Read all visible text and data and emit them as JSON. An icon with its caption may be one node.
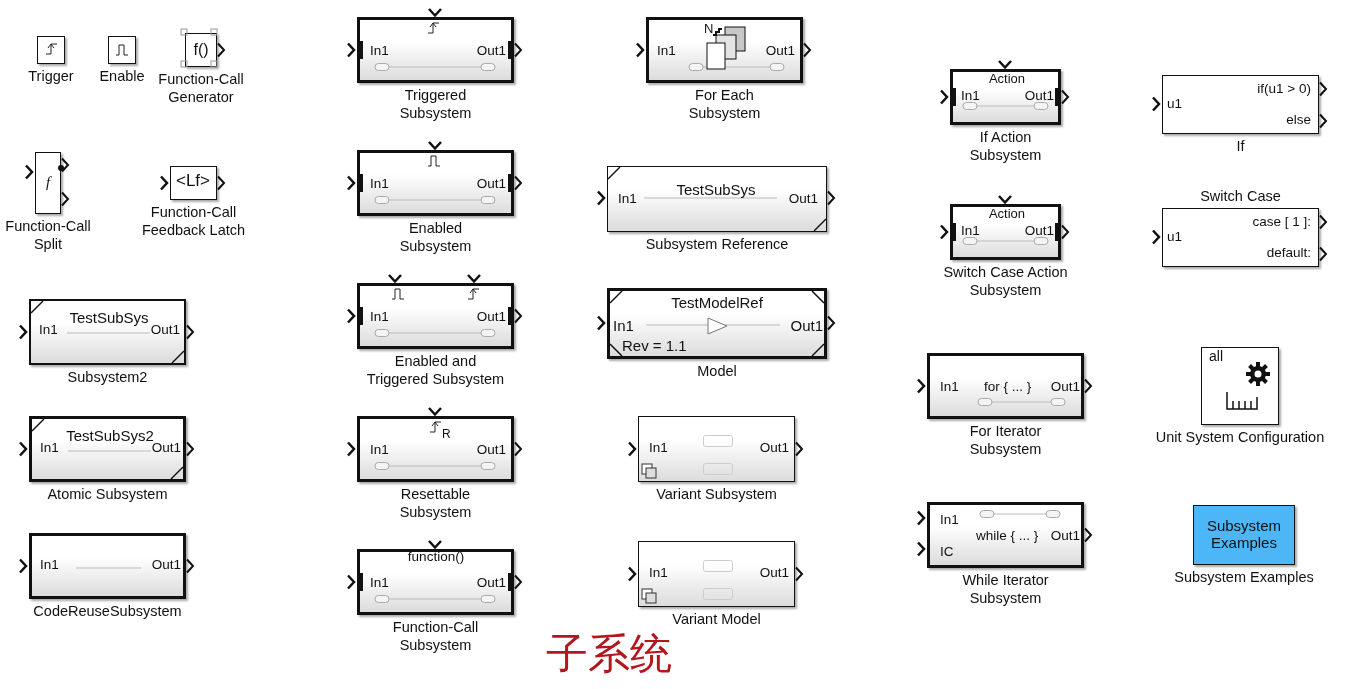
{
  "diagram": {
    "nodes": [
      {
        "text": [],
        "shape": "box",
        "beside": [
          "Trigger"
        ]
      },
      {
        "text": [],
        "shape": "box",
        "beside": [
          "Enable"
        ]
      },
      {
        "text": [
          "f()"
        ],
        "beside": [
          "Function-Call Generator"
        ]
      },
      {
        "text": [
          "f"
        ],
        "beside": [
          "Function-Call Split"
        ]
      },
      {
        "text": [
          "<Lf>"
        ],
        "beside": [
          "Function-Call Feedback Latch"
        ]
      },
      {
        "text": [
          "In1",
          "TestSubSys",
          "Out1"
        ],
        "beside": [
          "Subsystem2"
        ]
      },
      {
        "text": [
          "In1",
          "TestSubSys2",
          "Out1"
        ],
        "beside": [
          "Atomic Subsystem"
        ]
      },
      {
        "text": [
          "In1",
          "Out1"
        ],
        "beside": [
          "CodeReuseSubsystem"
        ]
      },
      {
        "text": [
          "In1",
          "Out1"
        ],
        "beside": [
          "Triggered Subsystem"
        ]
      },
      {
        "text": [
          "In1",
          "Out1"
        ],
        "beside": [
          "Enabled Subsystem"
        ]
      },
      {
        "text": [
          "In1",
          "Out1"
        ],
        "beside": [
          "Enabled and Triggered Subsystem"
        ]
      },
      {
        "text": [
          "R",
          "In1",
          "Out1"
        ],
        "beside": [
          "Resettable Subsystem"
        ]
      },
      {
        "text": [
          "function()",
          "In1",
          "Out1"
        ],
        "beside": [
          "Function-Call Subsystem"
        ]
      },
      {
        "text": [
          "N",
          "In1",
          "Out1"
        ],
        "beside": [
          "For Each Subsystem"
        ]
      },
      {
        "text": [
          "In1",
          "TestSubSys",
          "Out1"
        ],
        "beside": [
          "Subsystem Reference"
        ]
      },
      {
        "text": [
          "TestModelRef",
          "In1",
          "Out1",
          "Rev = 1.1"
        ],
        "beside": [
          "Model"
        ]
      },
      {
        "text": [
          "In1",
          "Out1"
        ],
        "beside": [
          "Variant Subsystem"
        ]
      },
      {
        "text": [
          "In1",
          "Out1"
        ],
        "beside": [
          "Variant Model"
        ]
      },
      {
        "text": [
          "Action",
          "In1",
          "Out1"
        ],
        "beside": [
          "If Action Subsystem"
        ]
      },
      {
        "text": [
          "Action",
          "In1",
          "Out1"
        ],
        "beside": [
          "Switch Case Action Subsystem"
        ]
      },
      {
        "text": [
          "In1",
          "for { ... }",
          "Out1"
        ],
        "beside": [
          "For Iterator Subsystem"
        ]
      },
      {
        "text": [
          "In1",
          "while { ... }",
          "Out1",
          "IC"
        ],
        "beside": [
          "While Iterator Subsystem"
        ]
      },
      {
        "text": [
          "if(u1 > 0)",
          "u1",
          "else"
        ],
        "beside": [
          "If"
        ]
      },
      {
        "text": [
          "case [ 1 ]:",
          "u1",
          "default:"
        ],
        "beside": [
          "Switch Case"
        ]
      },
      {
        "text": [
          "all"
        ],
        "beside": [
          "Unit System Configuration"
        ]
      },
      {
        "text": [
          "Subsystem Examples"
        ],
        "beside": [
          "Subsystem Examples"
        ]
      }
    ],
    "edges": [],
    "labels": [
      "子系统"
    ]
  }
}
